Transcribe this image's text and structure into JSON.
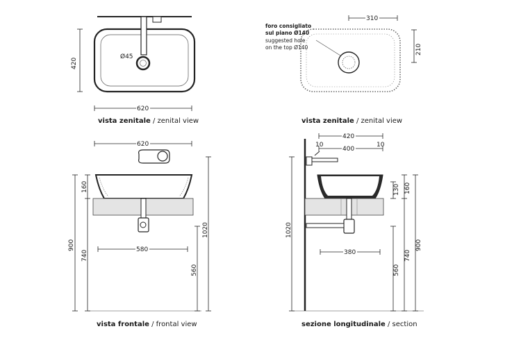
{
  "views": {
    "top_left": {
      "caption_bold": "vista zenitale",
      "caption_sep": " / ",
      "caption_light": "zenital view",
      "dim_width": "620",
      "dim_height": "420",
      "dim_drain": "Ø45"
    },
    "top_right": {
      "caption_bold": "vista zenitale",
      "caption_sep": " / ",
      "caption_light": "zenital view",
      "dim_width": "310",
      "dim_height": "210",
      "note_line1": "foro consigliato",
      "note_line2": "sul piano Ø140",
      "note_line3": "suggested hole",
      "note_line4": "on the top Ø140"
    },
    "front": {
      "caption_bold": "vista frontale",
      "caption_sep": " / ",
      "caption_light": "frontal view",
      "dim_width": "620",
      "dim_580": "580",
      "dim_160": "160",
      "dim_900": "900",
      "dim_740": "740",
      "dim_1020": "1020",
      "dim_560": "560"
    },
    "section": {
      "caption_bold": "sezione longitudinale",
      "caption_sep": " / ",
      "caption_light": "section",
      "dim_420": "420",
      "dim_10a": "10",
      "dim_400": "400",
      "dim_10b": "10",
      "dim_380": "380",
      "dim_130": "130",
      "dim_160": "160",
      "dim_1020": "1020",
      "dim_560": "560",
      "dim_740": "740",
      "dim_900": "900"
    }
  },
  "colors": {
    "line": "#222222",
    "counter": "#e4e4e4",
    "basin_dark": "#2a2a2a"
  }
}
